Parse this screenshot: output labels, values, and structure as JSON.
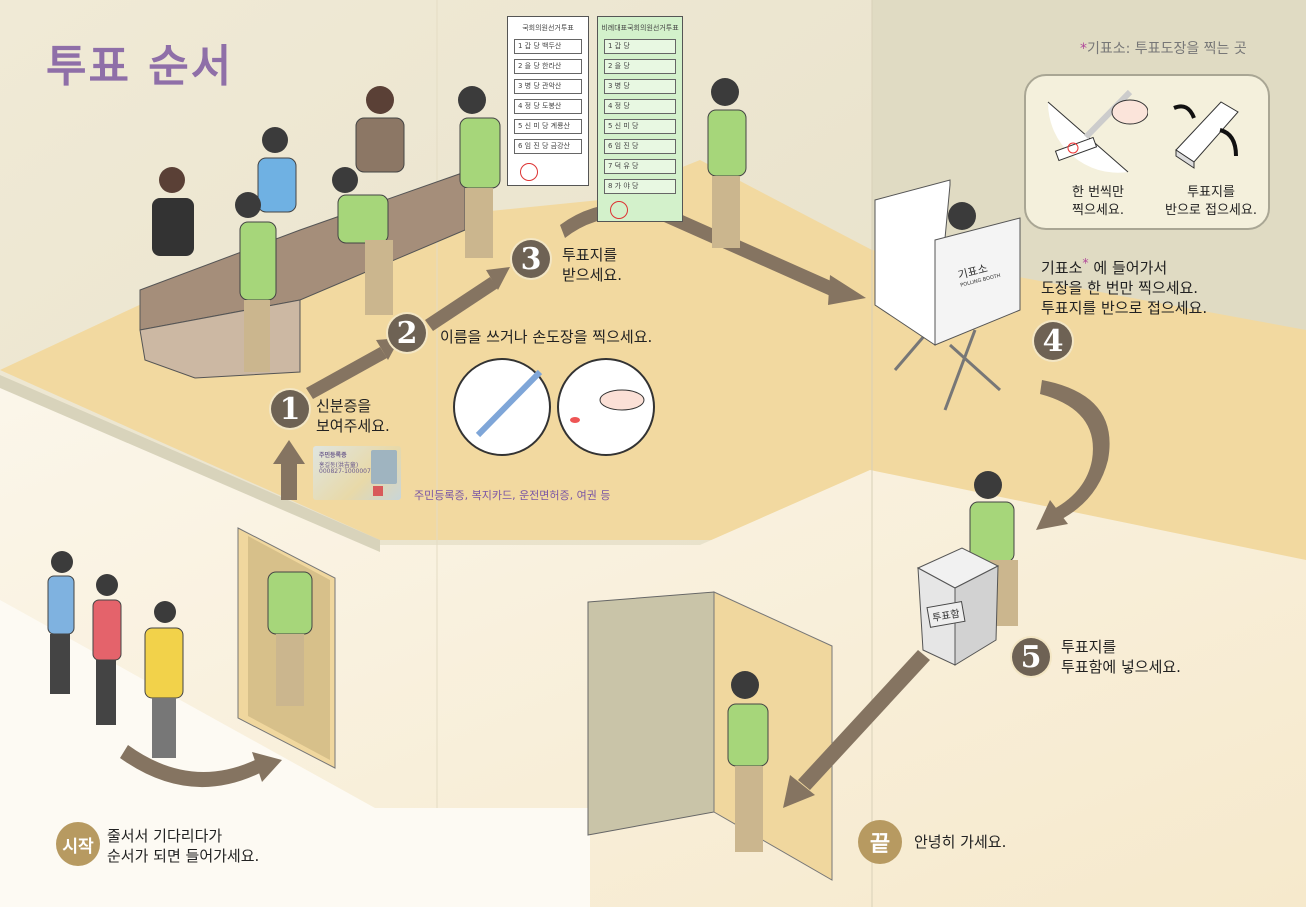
{
  "title": "투표 순서",
  "footnote": {
    "marker": "*",
    "text": "기표소: 투표도장을 찍는 곳"
  },
  "steps": [
    {
      "badge": "시작",
      "lines": [
        "줄서서 기다리다가",
        "순서가 되면 들어가세요."
      ]
    },
    {
      "badge": "1",
      "lines": [
        "신분증을",
        "보여주세요."
      ],
      "id_examples": "주민등록증, 복지카드, 운전면허증, 여권 등"
    },
    {
      "badge": "2",
      "lines": [
        "이름을 쓰거나 손도장을 찍으세요."
      ]
    },
    {
      "badge": "3",
      "lines": [
        "투표지를",
        "받으세요."
      ]
    },
    {
      "badge": "4",
      "lines_pre": "기표소",
      "marker": "*",
      "line1_rest": " 에 들어가서",
      "lines": [
        "도장을 한 번만 찍으세요.",
        "투표지를 반으로 접으세요."
      ]
    },
    {
      "badge": "5",
      "lines": [
        "투표지를",
        "투표함에 넣으세요."
      ]
    },
    {
      "badge": "끝",
      "lines": [
        "안녕히 가세요."
      ]
    }
  ],
  "tip_bubble": {
    "left": [
      "한 번씩만",
      "찍으세요."
    ],
    "right": [
      "투표지를",
      "반으로 접으세요."
    ]
  },
  "id_card": {
    "title": "주민등록증",
    "name": "홍길동(洪吉童)",
    "number": "000827-1000007"
  },
  "booth": {
    "label": "기표소",
    "sub": "POLLING BOOTH"
  },
  "ballot_box": {
    "label": "투표함"
  },
  "ballot_local": {
    "title": "국회의원선거투표",
    "rows": [
      "1 갑 당 백두산",
      "2 을 당 한라산",
      "3 병 당 관악산",
      "4 정 당 도봉산",
      "5 신 미 당 계룡산",
      "6 임 진 당 금강산"
    ]
  },
  "ballot_pr": {
    "title": "비례대표국회의원선거투표",
    "rows": [
      "1 갑 당",
      "2 을 당",
      "3 병 당",
      "4 정 당",
      "5 신 미 당",
      "6 임 진 당",
      "7 덕 유 당",
      "8 가 야 당"
    ]
  },
  "colors": {
    "title": "#8f6fa8",
    "floor": "#f2d9a0",
    "wall": "#e0dbc3",
    "arrow": "#857461",
    "badge": "#6e6254",
    "gold_badge": "#b79a61",
    "id_note": "#7a56a4"
  }
}
